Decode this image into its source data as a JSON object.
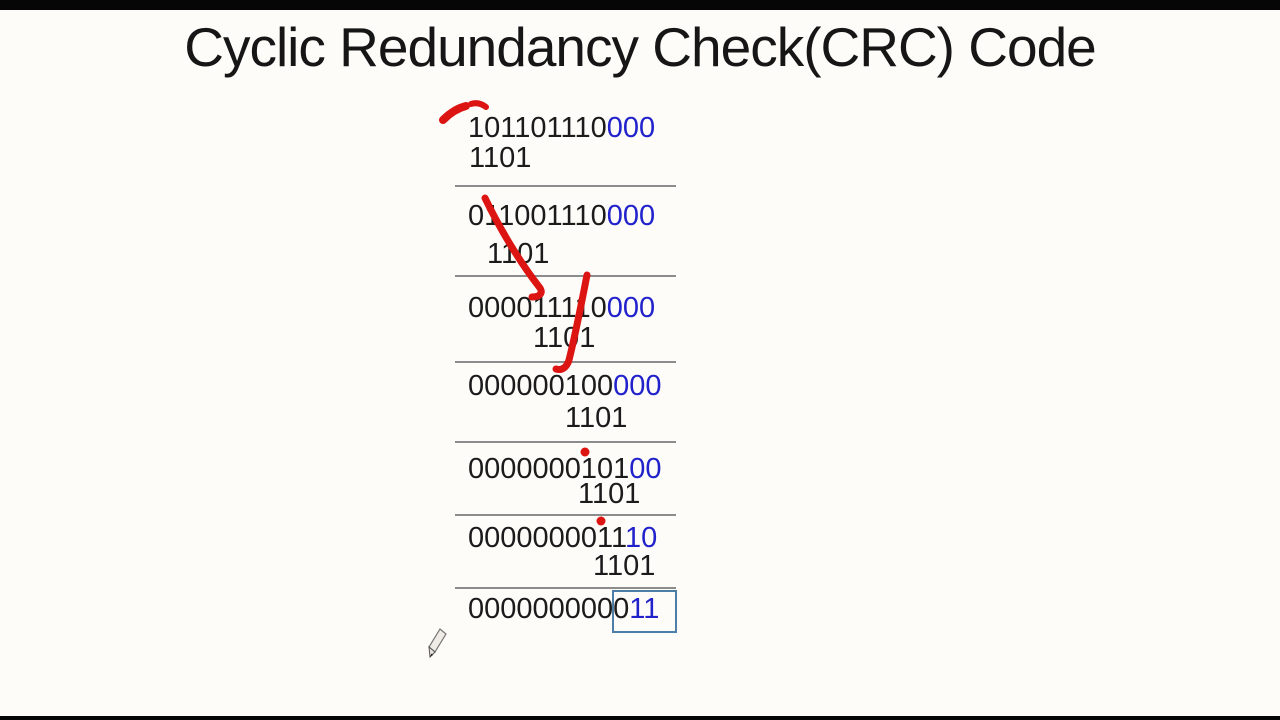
{
  "page": {
    "title": "Cyclic Redundancy Check(CRC) Code"
  },
  "division": {
    "steps": [
      {
        "black": "101101110",
        "blue": "000",
        "divisor": "1101"
      },
      {
        "black": "011001110",
        "blue": "000",
        "divisor": "1101"
      },
      {
        "black": "000011110",
        "blue": "000",
        "divisor": "1101"
      },
      {
        "black": "000000100",
        "blue": "000",
        "divisor": "1101"
      },
      {
        "black": "0000000101",
        "blue": "00",
        "divisor": "1101"
      },
      {
        "black": "0000000011",
        "blue": "10",
        "divisor": "1101"
      },
      {
        "black": "0000000000",
        "blue": "11"
      }
    ],
    "remainder": "011"
  },
  "colors": {
    "appended_bits_blue": "#2222cc",
    "pen_red": "#dc1412",
    "separator_gray": "#8c8c8c",
    "remainder_box_blue": "#4d7ea8"
  },
  "annotations": {
    "check_mark": "red-check-mark-icon",
    "stroke_1": "red-pen-stroke",
    "stroke_2": "red-pen-stroke",
    "dot_1": "red-pen-dot",
    "dot_2": "red-pen-dot",
    "cursor": "pencil-cursor-icon"
  }
}
